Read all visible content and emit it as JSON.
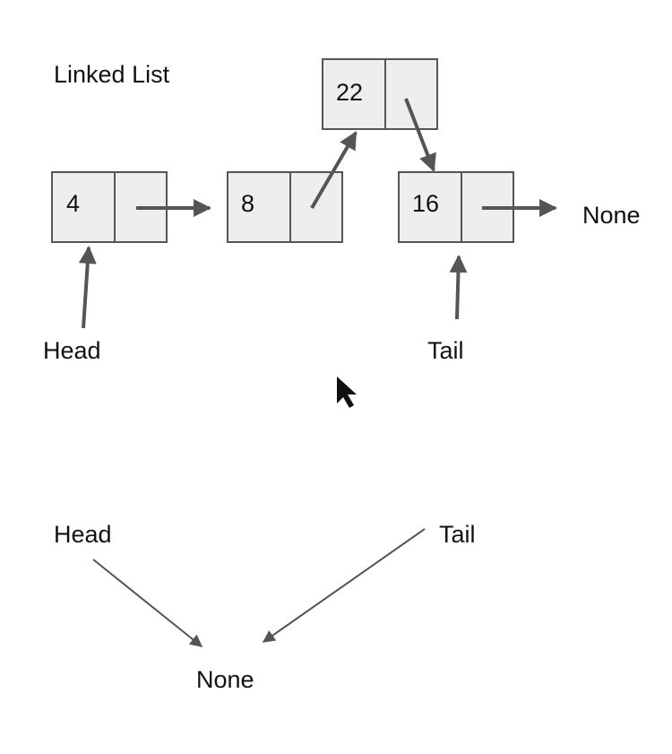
{
  "diagram": {
    "title": "Linked List",
    "top_section": {
      "nodes": [
        {
          "value": "4"
        },
        {
          "value": "8"
        },
        {
          "value": "22"
        },
        {
          "value": "16"
        }
      ],
      "end_label": "None",
      "head_label": "Head",
      "tail_label": "Tail"
    },
    "bottom_section": {
      "head_label": "Head",
      "tail_label": "Tail",
      "none_label": "None"
    }
  },
  "colors": {
    "node_fill": "#eeeeee",
    "node_border": "#555555",
    "arrow": "#555555",
    "text": "#111111"
  },
  "icons": {
    "cursor": "mouse-pointer-icon"
  }
}
